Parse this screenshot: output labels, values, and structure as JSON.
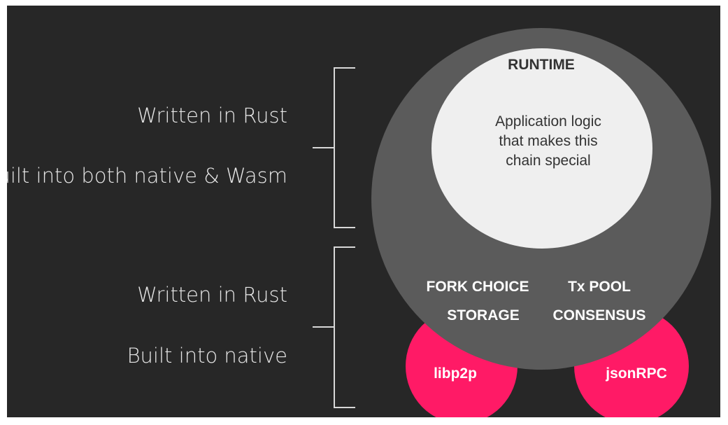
{
  "left_labels": {
    "upper": [
      "Written in Rust",
      "Built into both native & Wasm"
    ],
    "lower": [
      "Written in Rust",
      "Built into native"
    ]
  },
  "runtime": {
    "title": "RUNTIME",
    "description": [
      "Application logic",
      "that makes this",
      "chain special"
    ]
  },
  "client_components": [
    "FORK CHOICE",
    "Tx POOL",
    "STORAGE",
    "CONSENSUS"
  ],
  "network": [
    "libp2p",
    "jsonRPC"
  ],
  "colors": {
    "background": "#272727",
    "client": "#5b5b5b",
    "runtime": "#efefef",
    "accent": "#ff1a66",
    "text_light": "#e6e6e6"
  }
}
